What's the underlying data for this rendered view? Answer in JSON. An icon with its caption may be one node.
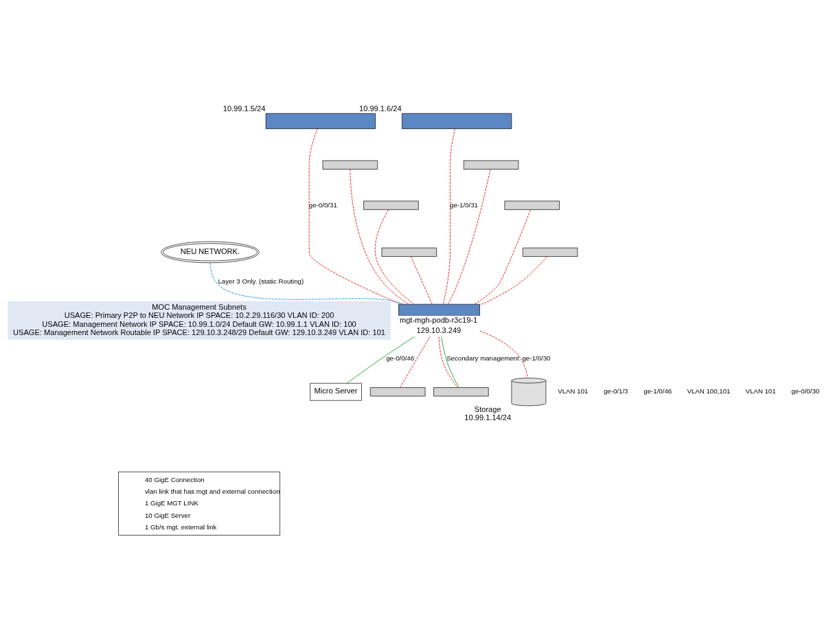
{
  "diagram": {
    "nodes": [
      {
        "text": [
          "NEU NETWORK."
        ]
      },
      {
        "text": [],
        "shape": "box",
        "beside": [
          "10.99.1.5/24"
        ]
      },
      {
        "text": [],
        "shape": "box",
        "beside": [
          "10.99.1.6/24"
        ]
      },
      {
        "text": [],
        "shape": "box",
        "beside": [
          "mgt-mgh-podb-r3c19-1",
          "129.10.3.249"
        ]
      },
      {
        "text": [],
        "shape": "box"
      },
      {
        "text": [],
        "shape": "box"
      },
      {
        "text": [],
        "shape": "box"
      },
      {
        "text": [],
        "shape": "box"
      },
      {
        "text": [],
        "shape": "box"
      },
      {
        "text": [],
        "shape": "box"
      },
      {
        "text": [],
        "shape": "box"
      },
      {
        "text": [
          "Micro Server"
        ]
      },
      {
        "text": [],
        "shape": "box"
      },
      {
        "text": [],
        "shape": "cylinder",
        "beside": [
          "Storage",
          "10.99.1.14/24"
        ]
      },
      {
        "text": [
          "MOC Management Subnets",
          "USAGE: Primary P2P to NEU Network IP SPACE: 10.2.29.116/30 VLAN ID: 200",
          "USAGE: Management Network IP SPACE: 10.99.1.0/24 Default GW: 10.99.1.1 VLAN ID: 100",
          "USAGE: Management Network Routable IP SPACE: 129.10.3.248/29 Default GW: 129.10.3.249 VLAN ID: 101"
        ]
      }
    ],
    "edges": [
      {
        "from": 0,
        "to": 3,
        "arrow": "none",
        "label": "Layer 3 Only. (static Routing)",
        "style": "dashed",
        "color": "#1e9be6"
      },
      {
        "from": 1,
        "to": 3,
        "arrow": "none",
        "label": "ge-0/0/31",
        "style": "dashed"
      },
      {
        "from": 2,
        "to": 3,
        "arrow": "none",
        "label": "ge-1/0/31",
        "style": "dashed"
      },
      {
        "from": 4,
        "to": 3,
        "arrow": "none",
        "style": "dashed"
      },
      {
        "from": 5,
        "to": 3,
        "arrow": "none",
        "style": "dashed"
      },
      {
        "from": 6,
        "to": 3,
        "arrow": "none",
        "style": "dashed"
      },
      {
        "from": 7,
        "to": 3,
        "arrow": "none",
        "style": "dashed"
      },
      {
        "from": 8,
        "to": 3,
        "arrow": "none",
        "style": "dashed"
      },
      {
        "from": 9,
        "to": 3,
        "arrow": "none",
        "style": "dashed"
      },
      {
        "from": 3,
        "to": 10,
        "arrow": "none",
        "label": "Secondary management",
        "color": "#22aa44"
      },
      {
        "from": 3,
        "to": 10,
        "arrow": "none",
        "style": "dashed"
      },
      {
        "from": 3,
        "to": 11,
        "arrow": "none",
        "label": "ge-0/0/46",
        "color": "#22aa44"
      },
      {
        "from": 3,
        "to": 13,
        "arrow": "none",
        "label": "ge-1/0/30",
        "style": "dashed"
      },
      {
        "from": 3,
        "to": 12,
        "arrow": "none",
        "style": "dashed"
      }
    ],
    "labels": [
      "VLAN 101",
      "ge-0/1/3",
      "ge-1/0/46",
      "VLAN 100,101",
      "VLAN 101",
      "ge-0/0/30"
    ],
    "legend": [
      {
        "text": "40 GigE Connection"
      },
      {
        "text": "vlan link that has mgt and external connection"
      },
      {
        "text": "1 GigE MGT LINK"
      },
      {
        "text": "10 GigE Server"
      },
      {
        "text": "1 Gb/s mgt. external link"
      }
    ]
  }
}
